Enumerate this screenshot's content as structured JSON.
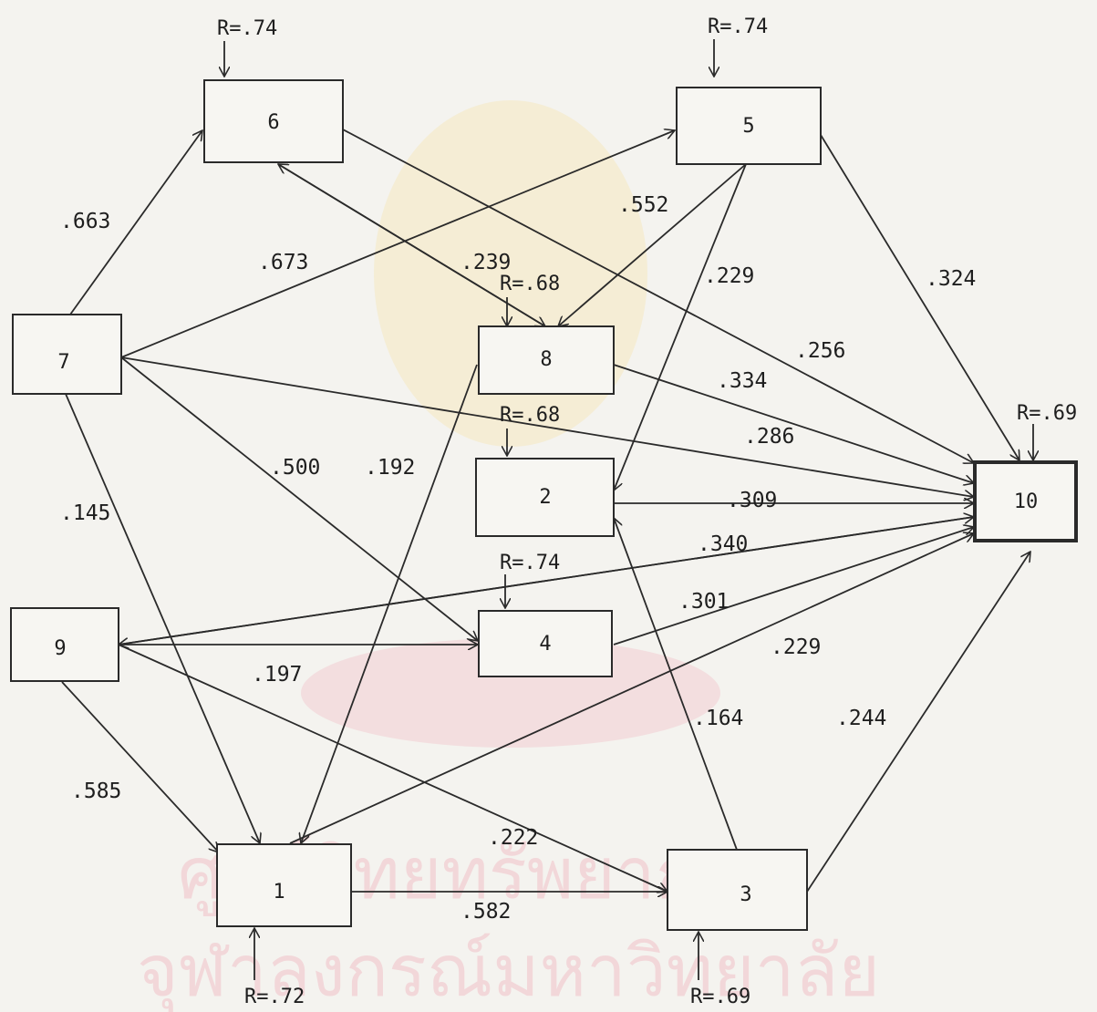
{
  "watermark": {
    "line1": "ศูนย์วิทยทรัพยากร",
    "line2": "จุฬาลงกรณ์มหาวิทยาลัย",
    "color": "#f1c6cc"
  },
  "nodes": {
    "n6": "6",
    "n5": "5",
    "n7": "7",
    "n8": "8",
    "n2": "2",
    "n9": "9",
    "n4": "4",
    "n1": "1",
    "n3": "3",
    "n10": "10"
  },
  "residuals": {
    "n6": "R=.74",
    "n5": "R=.74",
    "n8": "R=.68",
    "n2": "R=.68",
    "n4": "R=.74",
    "n10": "R=.69",
    "n1": "R=.72",
    "n3": "R=.69"
  },
  "coefficients": {
    "c663": ".663",
    "c673": ".673",
    "c552": ".552",
    "c239": ".239",
    "c229a": ".229",
    "c324": ".324",
    "c256": ".256",
    "c334": ".334",
    "c286": ".286",
    "c500": ".500",
    "c192": ".192",
    "c145": ".145",
    "c309": ".309",
    "c340": ".340",
    "c301": ".301",
    "c229b": ".229",
    "c197": ".197",
    "c164": ".164",
    "c244": ".244",
    "c585": ".585",
    "c222": ".222",
    "c582": ".582"
  }
}
